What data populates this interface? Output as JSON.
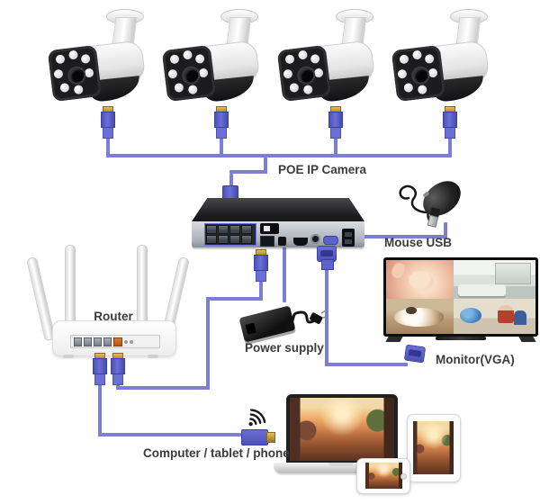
{
  "labels": {
    "poe_ip_camera": "POE IP Camera",
    "mouse_usb": "Mouse USB",
    "router": "Router",
    "power_supply": "Power supply",
    "monitor_vga": "Monitor(VGA)",
    "computer_tablet_phone": "Computer / tablet / phone"
  },
  "devices": [
    "poe-camera-1",
    "poe-camera-2",
    "poe-camera-3",
    "poe-camera-4",
    "nvr-recorder",
    "usb-mouse",
    "router",
    "power-supply-adapter",
    "vga-monitor",
    "laptop",
    "tablet",
    "phone",
    "wifi-signal-icon"
  ],
  "colors": {
    "cable_blue": "#7b7ed6",
    "connector_blue": "#5d63cc",
    "connector_pins_gold": "#c89a2c",
    "wan_port_orange": "#b45513",
    "label_text": "#3b3b3b",
    "background": "#ffffff"
  }
}
